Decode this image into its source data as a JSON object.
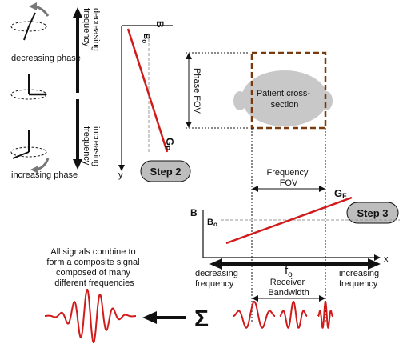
{
  "left_panel": {
    "decreasing_phase": "decreasing phase",
    "increasing_phase": "increasing phase"
  },
  "phase_axis": {
    "decreasing_frequency": [
      "decreasing",
      "frequency"
    ],
    "increasing_frequency": [
      "increasing",
      "frequency"
    ],
    "axis_label": "y",
    "b_label": "B",
    "b0_main": "B",
    "b0_sub": "o",
    "gradient_main": "G",
    "gradient_sub": "P",
    "step_label": "Step 2"
  },
  "phase_fov": {
    "label": "Phase FOV",
    "patient_label": [
      "Patient cross-",
      "section"
    ]
  },
  "frequency_axis": {
    "fov_label": [
      "Frequency",
      "FOV"
    ],
    "gradient_main": "G",
    "gradient_sub": "F",
    "step_label": "Step 3",
    "b_label": "B",
    "b0_main": "B",
    "b0_sub": "o",
    "axis_label": "x",
    "f0_main": "f",
    "f0_sub": "o",
    "decreasing_frequency": [
      "decreasing",
      "frequency"
    ],
    "increasing_frequency": [
      "increasing",
      "frequency"
    ],
    "receiver_bandwidth": [
      "Receiver",
      "Bandwidth"
    ]
  },
  "composite": {
    "text": [
      "All signals combine to",
      "form a composite signal",
      "composed of many",
      "different frequencies"
    ],
    "sum_symbol": "Σ"
  },
  "colors": {
    "red": "#d11a1a",
    "dashed_box": "#7a3a10",
    "patient_fill": "#c8c8c8",
    "step_fill": "#bdbdbd"
  }
}
